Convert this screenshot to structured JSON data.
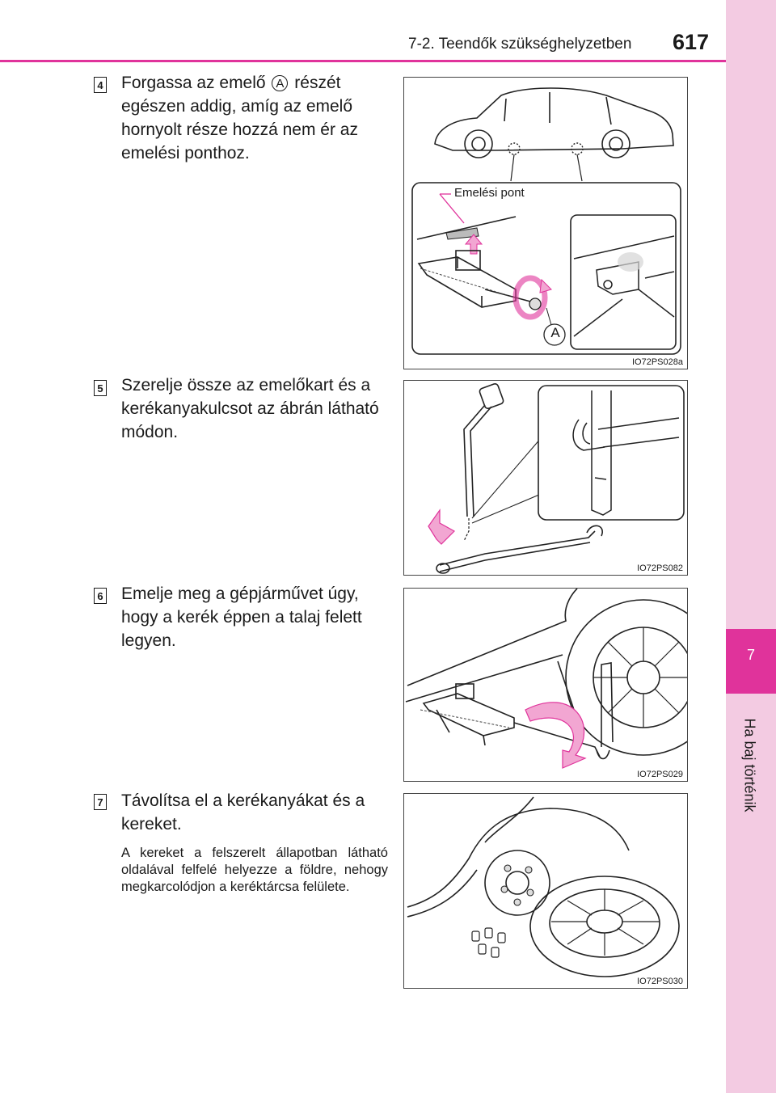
{
  "header": {
    "section": "7-2. Teendők szükséghelyzetben",
    "page_number": "617"
  },
  "side_tab": {
    "chapter_number": "7",
    "chapter_title": "Ha baj történik"
  },
  "steps": [
    {
      "number": "4",
      "text_before": "Forgassa az emelő",
      "marker": "A",
      "text_after": "részét egészen addig, amíg az emelő hornyolt része hozzá nem ér az emelési ponthoz."
    },
    {
      "number": "5",
      "text": "Szerelje össze az emelőkart és a kerékanyakulcsot az ábrán látható módon."
    },
    {
      "number": "6",
      "text": "Emelje meg a gépjárművet úgy, hogy a kerék éppen a talaj felett legyen."
    },
    {
      "number": "7",
      "text": "Távolítsa el a kerékanyákat és a kereket.",
      "note": "A kereket a felszerelt állapotban látható oldalával felfelé helyezze a földre, nehogy megkarcolódjon a keréktárcsa felülete."
    }
  ],
  "figures": [
    {
      "code": "IO72PS028a",
      "callout": "Emelési pont",
      "marker": "A"
    },
    {
      "code": "IO72PS082"
    },
    {
      "code": "IO72PS029"
    },
    {
      "code": "IO72PS030"
    }
  ],
  "colors": {
    "accent": "#e0339b",
    "accent_light": "#f3cbe2",
    "arrow_fill": "#f2a6d2"
  }
}
